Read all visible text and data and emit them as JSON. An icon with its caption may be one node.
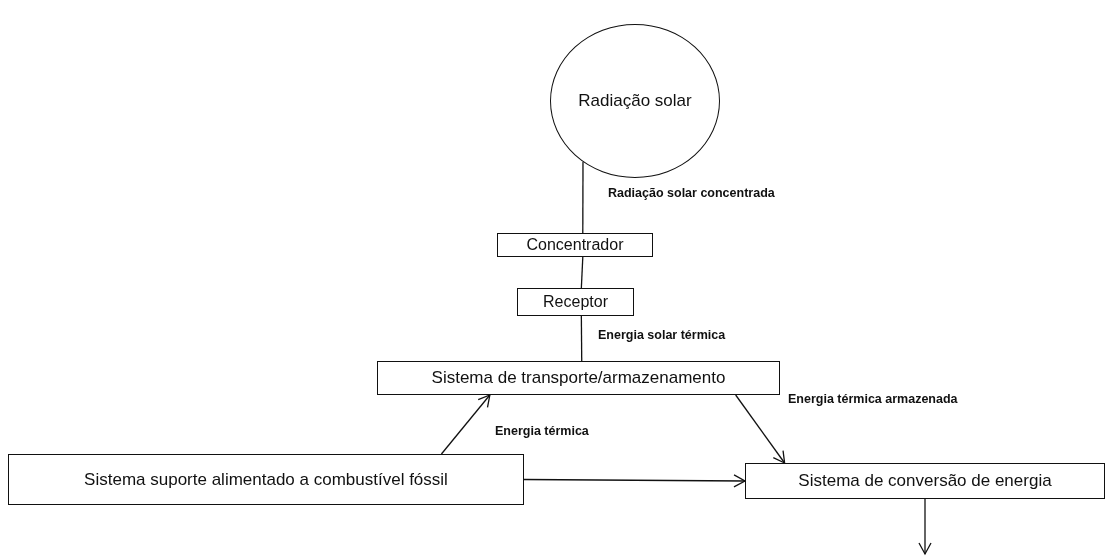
{
  "diagram": {
    "nodes": [
      {
        "text": [
          "Radiação solar"
        ]
      },
      {
        "text": [
          "Concentrador"
        ]
      },
      {
        "text": [
          "Receptor"
        ]
      },
      {
        "text": [
          "Sistema de transporte/armazenamento"
        ]
      },
      {
        "text": [
          "Sistema suporte alimentado a combustível fóssil"
        ]
      },
      {
        "text": [
          "Sistema de conversão de energia"
        ]
      }
    ],
    "edges": [
      {
        "from": 0,
        "to": 1,
        "arrow": "none",
        "label": "Radiação solar concentrada"
      },
      {
        "from": 1,
        "to": 2,
        "arrow": "none"
      },
      {
        "from": 2,
        "to": 3,
        "arrow": "none",
        "label": "Energia solar térmica"
      },
      {
        "from": 4,
        "to": 3,
        "arrow": "to",
        "label": "Energia térmica"
      },
      {
        "from": 3,
        "to": 5,
        "arrow": "to",
        "label": "Energia térmica armazenada"
      },
      {
        "from": 4,
        "to": 5,
        "arrow": "to"
      },
      {
        "from": 5,
        "to": null,
        "arrow": "to"
      }
    ]
  }
}
